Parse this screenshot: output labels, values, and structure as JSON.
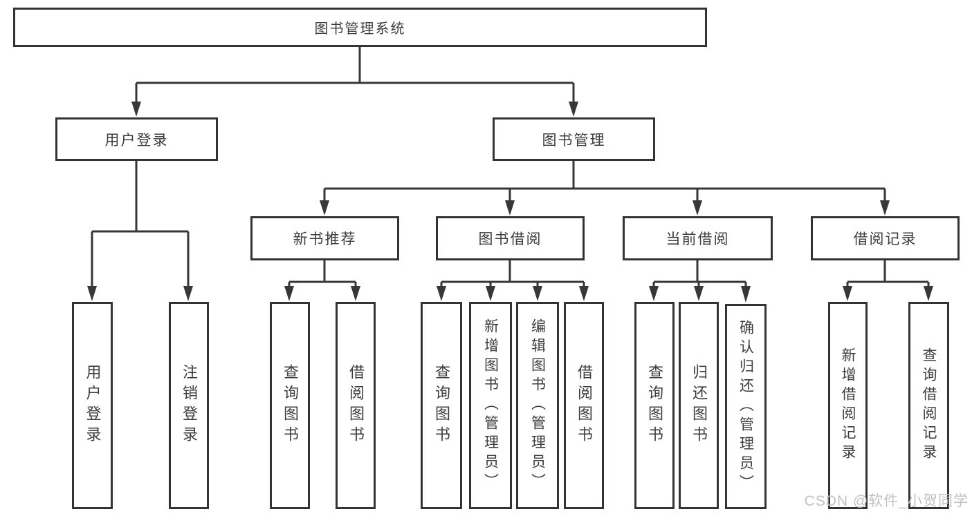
{
  "tree": {
    "root": "图书管理系统",
    "branches": [
      {
        "label": "用户登录",
        "children": [
          "用户登录",
          "注销登录"
        ]
      },
      {
        "label": "图书管理",
        "groups": [
          {
            "label": "新书推荐",
            "children": [
              "查询图书",
              "借阅图书"
            ]
          },
          {
            "label": "图书借阅",
            "children": [
              "查询图书",
              "新增图书（管理员）",
              "编辑图书（管理员）",
              "借阅图书"
            ]
          },
          {
            "label": "当前借阅",
            "children": [
              "查询图书",
              "归还图书",
              "确认归还（管理员）"
            ]
          },
          {
            "label": "借阅记录",
            "children": [
              "新增借阅记录",
              "查询借阅记录"
            ]
          }
        ]
      }
    ]
  },
  "watermark": {
    "text": "CSDN @软件_小贺同学"
  },
  "colors": {
    "line": "#373737",
    "text": "#3d3d3d",
    "watermark": "#c2c2c6"
  }
}
